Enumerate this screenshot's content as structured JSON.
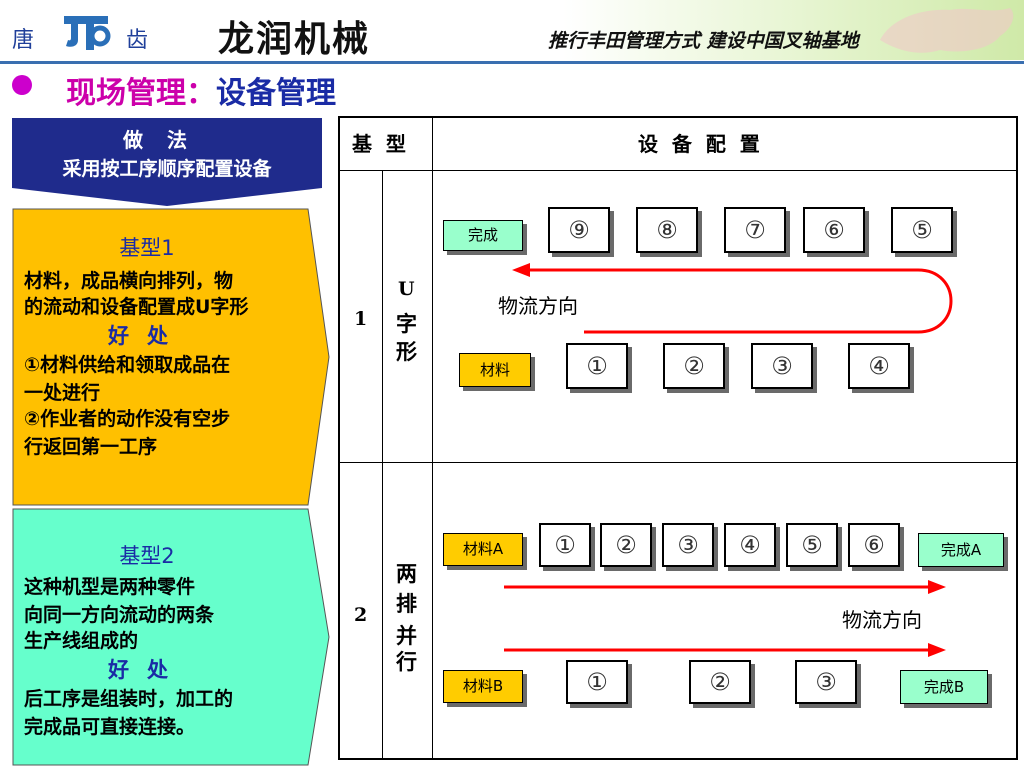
{
  "header": {
    "brand_left": "唐",
    "brand_right": "齿",
    "company_name": "龙润机械",
    "slogan": "推行丰田管理方式 建设中国叉轴基地"
  },
  "title": {
    "part1": "现场管理：",
    "part2": "设备管理"
  },
  "method": {
    "heading": "做法",
    "body": "采用按工序顺序配置设备"
  },
  "type1": {
    "title": "基型1",
    "desc": [
      "材料，成品横向排列，物",
      "的流动和设备配置成U字形"
    ],
    "benefit_heading": "好处",
    "benefits": [
      "①材料供给和领取成品在",
      "一处进行",
      "②作业者的动作没有空步",
      "行返回第一工序"
    ]
  },
  "type2": {
    "title": "基型2",
    "desc": [
      "这种机型是两种零件",
      "向同一方向流动的两条",
      "生产线组成的"
    ],
    "benefit_heading": "好处",
    "benefits": [
      "后工序是组装时，加工的",
      "完成品可直接连接。"
    ]
  },
  "table": {
    "header_type": "基  型",
    "header_config": "设  备  配  置",
    "row1": {
      "num": "1",
      "name": [
        "U",
        "字",
        "形"
      ],
      "finish_label": "完成",
      "material_label": "材料",
      "top_stations": [
        "⑨",
        "⑧",
        "⑦",
        "⑥",
        "⑤"
      ],
      "bottom_stations": [
        "①",
        "②",
        "③",
        "④"
      ],
      "flow_label": "物流方向"
    },
    "row2": {
      "num": "2",
      "name": [
        "两",
        "排",
        "并",
        "行"
      ],
      "material_a": "材料A",
      "finish_a": "完成A",
      "material_b": "材料B",
      "finish_b": "完成B",
      "top_stations": [
        "①",
        "②",
        "③",
        "④",
        "⑤",
        "⑥"
      ],
      "bottom_stations": [
        "①",
        "②",
        "③"
      ],
      "flow_label": "物流方向"
    }
  },
  "colors": {
    "arrow": "#ff0000",
    "method_box": "#1f2b8c",
    "type1_box": "#ffc000",
    "type2_box": "#66ffcc",
    "title_magenta": "#cc00aa",
    "title_blue": "#1a2ba5"
  }
}
